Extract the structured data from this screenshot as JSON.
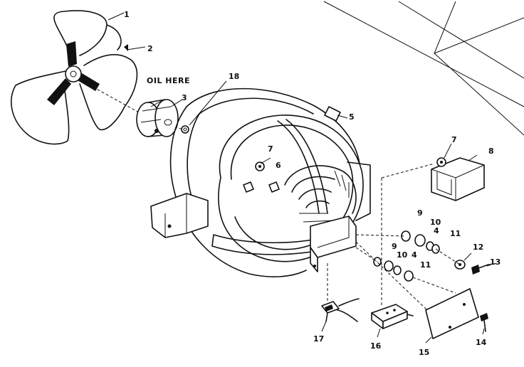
{
  "note": "OIL HERE",
  "labels": {
    "l1": "1",
    "l2": "2",
    "l3": "3",
    "l4a": "4",
    "l4b": "4",
    "l5": "5",
    "l6": "6",
    "l7a": "7",
    "l7b": "7",
    "l8": "8",
    "l9a": "9",
    "l9b": "9",
    "l10a": "10",
    "l10b": "10",
    "l11a": "11",
    "l11b": "11",
    "l12": "12",
    "l13": "13",
    "l14": "14",
    "l15": "15",
    "l16": "16",
    "l17": "17",
    "l18": "18"
  }
}
